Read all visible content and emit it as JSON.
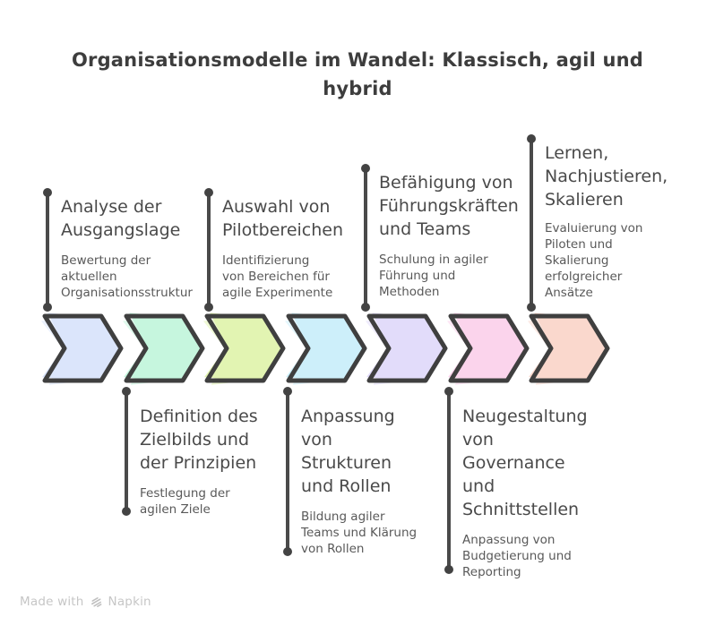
{
  "title": "Organisationsmodelle im Wandel: Klassisch, agil und\nhybrid",
  "steps": [
    {
      "position": "above",
      "color": "#dbe5fb",
      "title": "Analyse der\nAusgangslage",
      "description": "Bewertung der\naktuellen\nOrganisationsstruktur"
    },
    {
      "position": "below",
      "color": "#c6f6de",
      "title": "Definition des\nZielbilds und\nder Prinzipien",
      "description": "Festlegung der\nagilen Ziele"
    },
    {
      "position": "above",
      "color": "#e2f4b2",
      "title": "Auswahl von\nPilotbereichen",
      "description": "Identifizierung\nvon Bereichen für\nagile Experimente"
    },
    {
      "position": "below",
      "color": "#cdeffa",
      "title": "Anpassung\nvon\nStrukturen\nund Rollen",
      "description": "Bildung agiler\nTeams und Klärung\nvon Rollen"
    },
    {
      "position": "above",
      "color": "#e2dcfa",
      "title": "Befähigung von\nFührungskräften\nund Teams",
      "description": "Schulung in agiler\nFührung und\nMethoden"
    },
    {
      "position": "below",
      "color": "#fbd4ec",
      "title": "Neugestaltung\nvon\nGovernance\nund\nSchnittstellen",
      "description": "Anpassung von\nBudgetierung und\nReporting"
    },
    {
      "position": "above",
      "color": "#fad8cd",
      "title": "Lernen,\nNachjustieren,\nSkalieren",
      "description": "Evaluierung von\nPiloten und\nSkalierung\nerfolgreicher\nAnsätze"
    }
  ],
  "colors": {
    "outline": "#3f3f3f",
    "connector": "#4a4a4a",
    "title_text": "#3d3d3d",
    "body_text": "#595959"
  },
  "footer": {
    "made_with": "Made with",
    "brand": "Napkin"
  }
}
